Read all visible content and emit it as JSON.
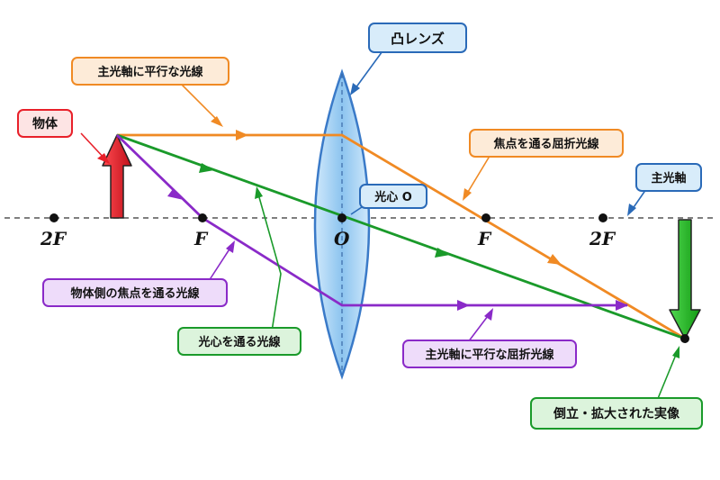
{
  "labels": {
    "lens": "凸レンズ",
    "object": "物体",
    "principal_axis": "主光軸",
    "optical_center": "光心 O",
    "ray_parallel": "主光軸に平行な光線",
    "ray_parallel_refracted": "焦点を通る屈折光線",
    "ray_focus": "物体側の焦点を通る光線",
    "ray_focus_refracted": "主光軸に平行な屈折光線",
    "ray_center": "光心を通る光線",
    "image": "倒立・拡大された実像"
  },
  "axis_points": {
    "left_2f": "2F",
    "left_f": "F",
    "center": "O",
    "right_f": "F",
    "right_2f": "2F"
  },
  "colors": {
    "ray_parallel": "#f08a24",
    "ray_center": "#1a9a2a",
    "ray_focus": "#8a2ac8",
    "object_arrow": "#e8202a",
    "image_arrow": "#20b020",
    "lens_fill": "#a8d4f4",
    "lens_stroke": "#3a7ac8",
    "label_blue_border": "#2a6ab8",
    "label_blue_fill": "#d8ecfa"
  }
}
